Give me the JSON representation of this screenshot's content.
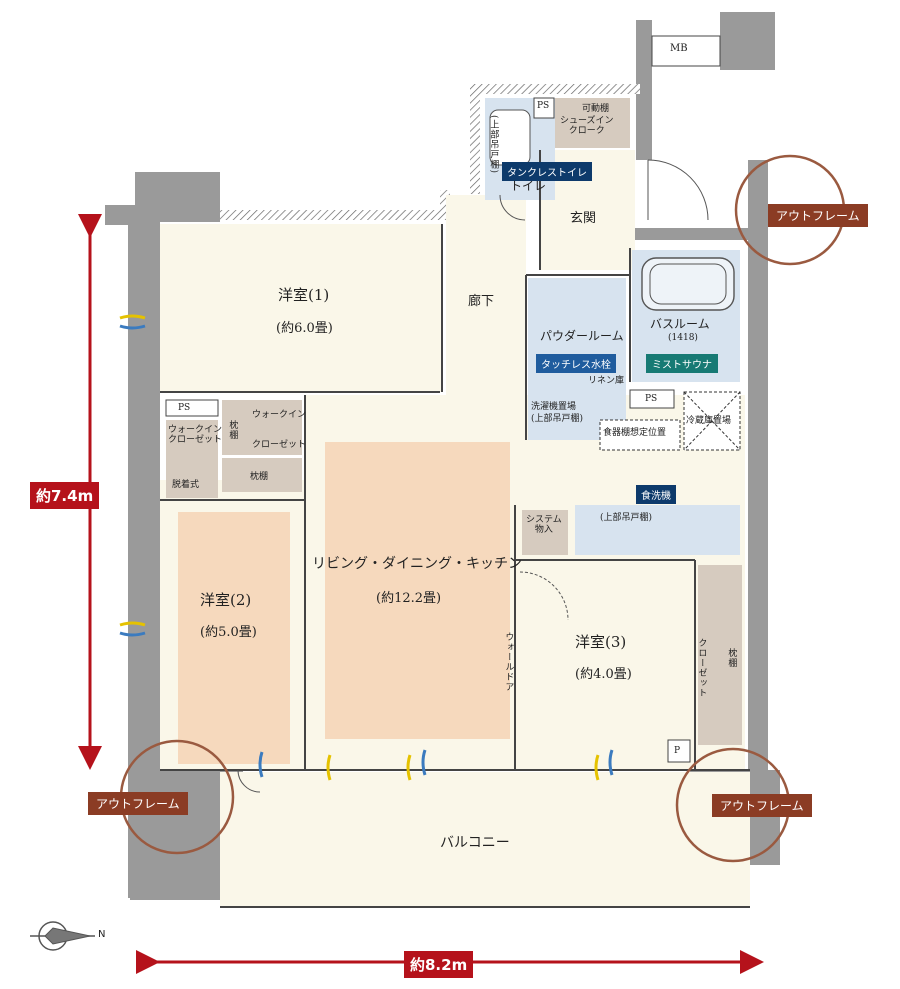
{
  "rooms": {
    "western1": {
      "name": "洋室(1)",
      "size": "(約6.0畳)"
    },
    "western2": {
      "name": "洋室(2)",
      "size": "(約5.0畳)"
    },
    "western3": {
      "name": "洋室(3)",
      "size": "(約4.0畳)"
    },
    "ldk": {
      "name": "リビング・ダイニング・キッチン",
      "size": "(約12.2畳)"
    },
    "hallway": "廊下",
    "entrance": "玄関",
    "toilet": "トイレ",
    "powder": "パウダールーム",
    "bath": {
      "name": "バスルーム",
      "size": "(1418)"
    },
    "balcony": "バルコニー"
  },
  "labels": {
    "mb": "MB",
    "ps": "PS",
    "movable_shelf": "可動棚",
    "shoes_in_closet": "シューズイン\nクローク",
    "upper_cabinet_v": "(上部吊戸棚)",
    "pillow_shelf": "枕棚",
    "walk_in": "ウォークイン",
    "closet": "クローゼット",
    "walk_in_closet": "ウォークイン\nクローゼット",
    "removable": "脱着式",
    "linen": "リネン庫",
    "washer": "洗濯機置場",
    "upper_cabinet": "(上部吊戸棚)",
    "dish_shelf": "食器棚想定位置",
    "fridge": "冷蔵庫置場",
    "system_storage": "システム\n物入",
    "wall_door": "ウォールドア",
    "closet_v": "クローゼット",
    "p": "P",
    "n": "N"
  },
  "tags": {
    "tankless": "タンクレストイレ",
    "touchless": "タッチレス水栓",
    "mist_sauna": "ミストサウナ",
    "dishwasher": "食洗機",
    "outframe": "アウトフレーム"
  },
  "dimensions": {
    "height": "約7.4m",
    "width": "約8.2m"
  },
  "colors": {
    "wall": "#9a9a9a",
    "floor_cream": "#faf7e9",
    "floor_wood": "#f6d9bd",
    "wet_blue": "#d7e3ef",
    "storage": "#d6cbbf",
    "accent_red": "#b5121b",
    "frame_brown": "#8b3c24"
  }
}
